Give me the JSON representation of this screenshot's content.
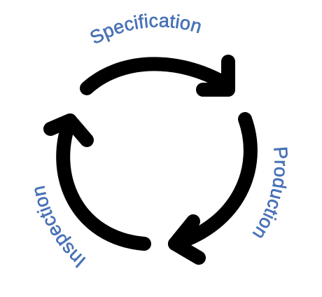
{
  "diagram": {
    "type": "cycle",
    "steps": [
      {
        "label": "Specification"
      },
      {
        "label": "Production"
      },
      {
        "label": "Inspection"
      }
    ],
    "colors": {
      "arrow": "#000000",
      "label": "#4A78C2",
      "background": "#FFFFFF"
    }
  }
}
